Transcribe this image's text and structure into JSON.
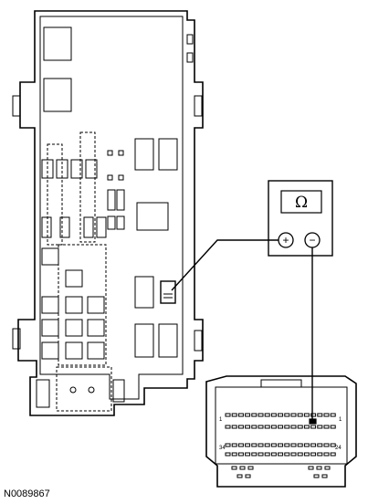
{
  "figure_id": "N0089867",
  "meter": {
    "display_symbol": "Ω",
    "positive_terminal": "+",
    "negative_terminal": "−"
  },
  "connector": {
    "pin_left_top": "1",
    "pin_right_top": "1",
    "pin_left_bottom": "34",
    "pin_right_bottom": "24"
  }
}
